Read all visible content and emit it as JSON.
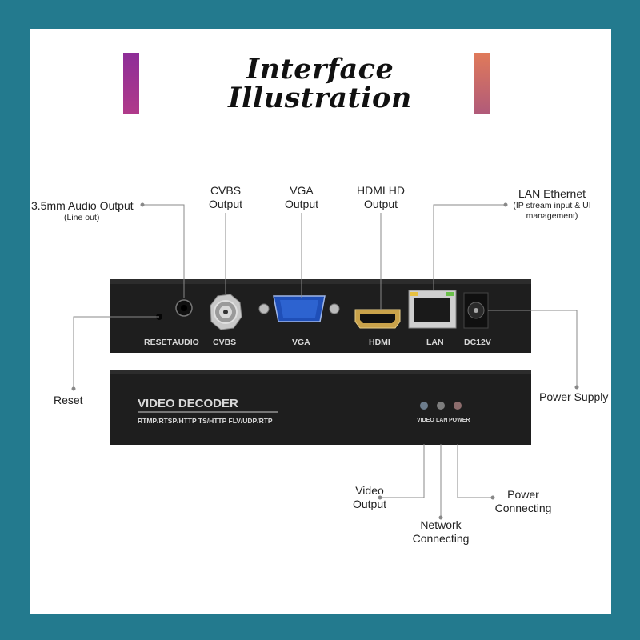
{
  "title": {
    "line1": "Interface",
    "line2": "Illustration"
  },
  "rear_panel": {
    "ports": [
      "RESET",
      "AUDIO",
      "CVBS",
      "VGA",
      "HDMI",
      "LAN",
      "DC12V"
    ]
  },
  "front_panel": {
    "product_name": "VIDEO DECODER",
    "protocols": "RTMP/RTSP/HTTP TS/HTTP FLV/UDP/RTP",
    "leds": [
      "VIDEO",
      "LAN",
      "POWER"
    ]
  },
  "callouts": {
    "audio": {
      "line1": "3.5mm Audio Output",
      "line2": "(Line out)"
    },
    "cvbs": {
      "line1": "CVBS",
      "line2": "Output"
    },
    "vga": {
      "line1": "VGA",
      "line2": "Output"
    },
    "hdmi": {
      "line1": "HDMI HD",
      "line2": "Output"
    },
    "lan": {
      "line1": "LAN Ethernet",
      "line2": "(IP stream input & UI",
      "line3": "management)"
    },
    "reset": "Reset",
    "power_supply": "Power Supply",
    "video_output": {
      "line1": "Video",
      "line2": "Output"
    },
    "network": {
      "line1": "Network",
      "line2": "Connecting"
    },
    "power_conn": {
      "line1": "Power",
      "line2": "Connecting"
    }
  },
  "colors": {
    "background": "#237a8e",
    "card": "#ffffff",
    "device": "#1e1e1e",
    "leader": "#888888"
  }
}
